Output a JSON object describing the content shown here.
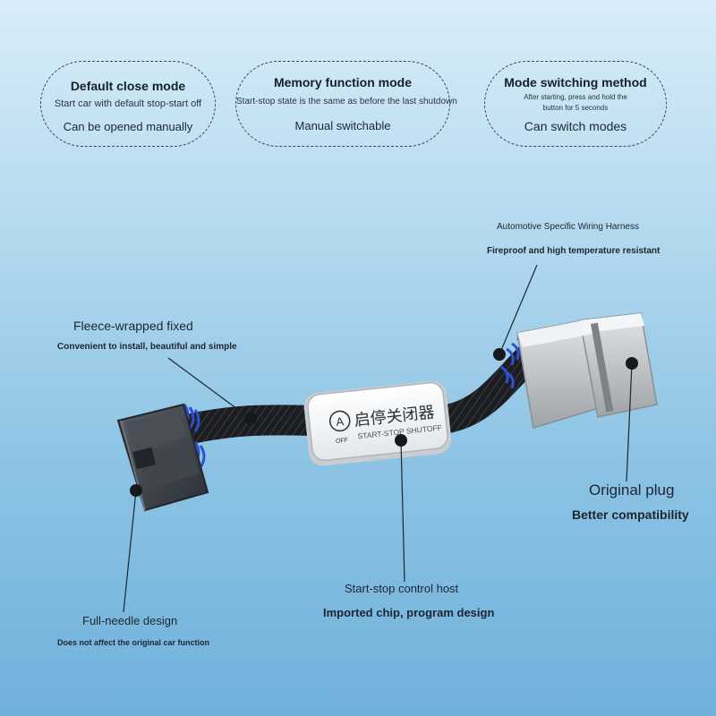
{
  "modes": [
    {
      "title": "Default close mode",
      "line1": "Start car with default stop-start off",
      "line2": "Can be opened manually"
    },
    {
      "title": "Memory function mode",
      "line1": "Start-stop state is the same as before the last shutdown",
      "line2": "Manual switchable"
    },
    {
      "title": "Mode switching method",
      "line1": "After starting, press and hold the button for 5 seconds",
      "line2": "Can switch modes"
    }
  ],
  "callouts": {
    "harness": {
      "title": "Automotive Specific Wiring Harness",
      "sub": "Fireproof and high temperature resistant"
    },
    "fleece": {
      "title": "Fleece-wrapped fixed",
      "sub": "Convenient to install, beautiful and simple"
    },
    "original_plug": {
      "title": "Original plug",
      "sub": "Better compatibility"
    },
    "control_host": {
      "title": "Start-stop control host",
      "sub": "Imported chip, program design"
    },
    "full_needle": {
      "title": "Full-needle design",
      "sub": "Does not affect the original car function"
    }
  },
  "device": {
    "button_letter": "A",
    "button_sub": "OFF",
    "label_cn": "启停关闭器",
    "label_en": "START-STOP SHUTOFF"
  },
  "colors": {
    "accent_blue": "#2d4fd0",
    "cable": "#1d1f23",
    "connector_dark": "#3a3f46",
    "connector_light": "#c9cccf"
  }
}
